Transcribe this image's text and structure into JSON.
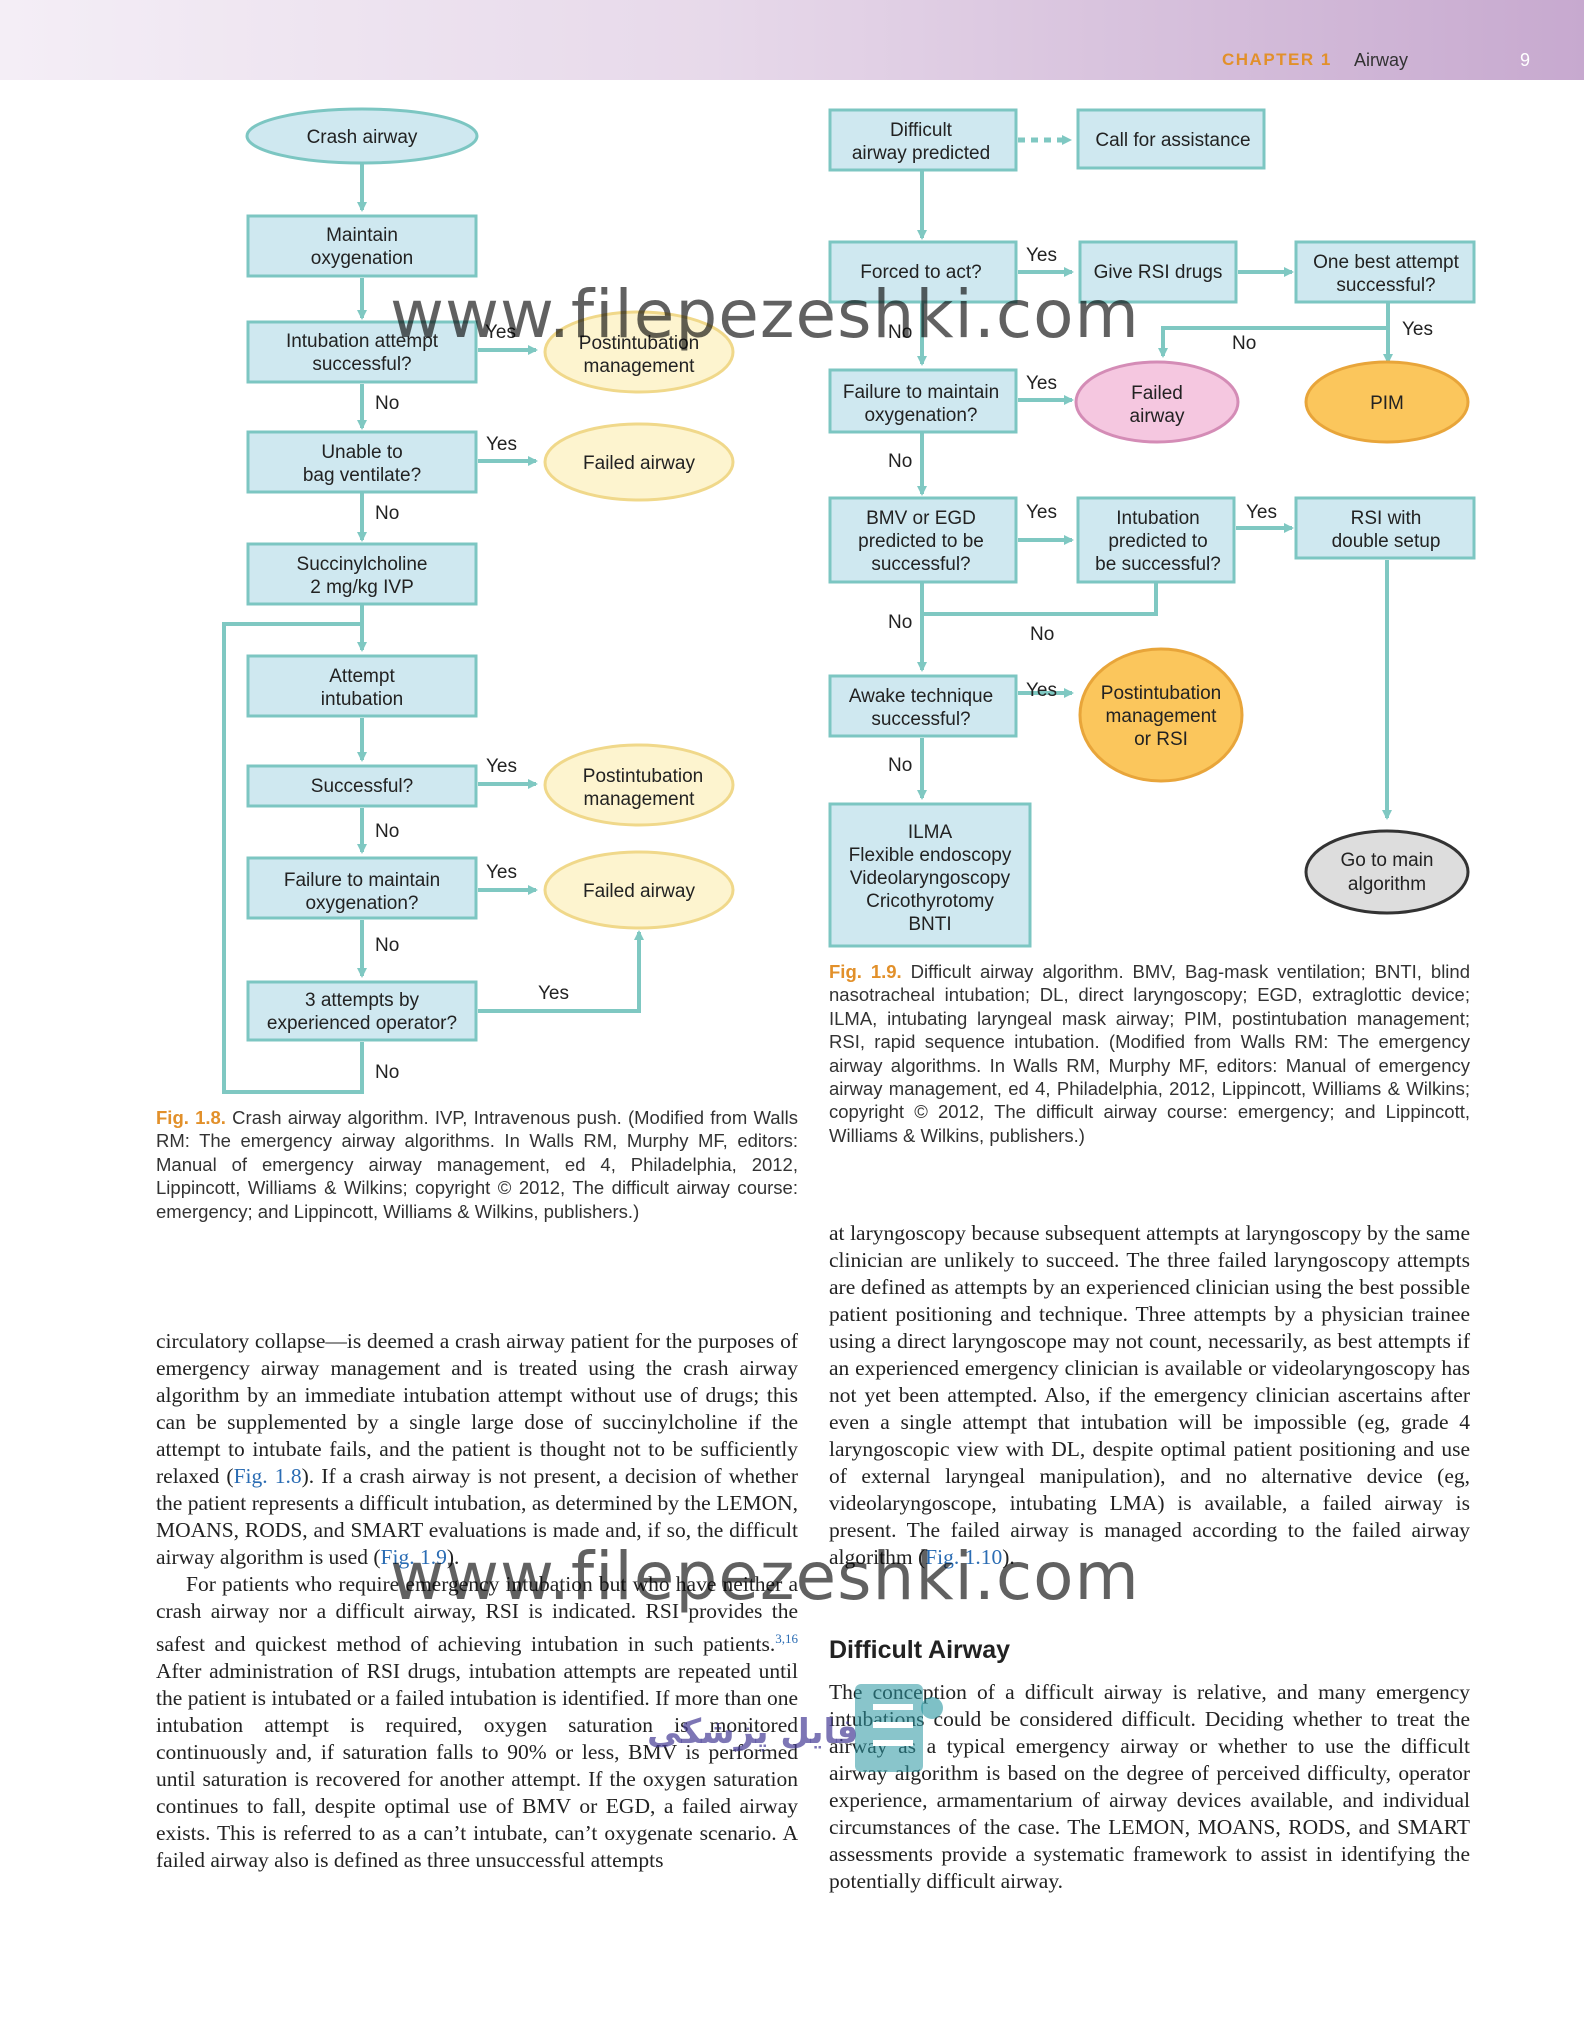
{
  "header": {
    "chapter": "CHAPTER 1",
    "title": "Airway",
    "page": "9"
  },
  "fig18": {
    "nodes": {
      "crash": "Crash airway",
      "maintain": [
        "Maintain",
        "oxygenation"
      ],
      "intub_success": [
        "Intubation attempt",
        "successful?"
      ],
      "postint1": [
        "Postintubation",
        "management"
      ],
      "unable_bag": [
        "Unable to",
        "bag ventilate?"
      ],
      "failed1": "Failed airway",
      "succ": [
        "Succinylcholine",
        "2 mg/kg IVP"
      ],
      "attempt": [
        "Attempt",
        "intubation"
      ],
      "successful": "Successful?",
      "postint2": [
        "Postintubation",
        "management"
      ],
      "failure_ox": [
        "Failure to maintain",
        "oxygenation?"
      ],
      "failed2": "Failed airway",
      "three": [
        "3 attempts by",
        "experienced operator?"
      ]
    },
    "yes": "Yes",
    "no": "No"
  },
  "fig19": {
    "nodes": {
      "difficult": [
        "Difficult",
        "airway predicted"
      ],
      "call": "Call for assistance",
      "forced": "Forced to act?",
      "give_rsi": "Give RSI drugs",
      "one_best": [
        "One best attempt",
        "successful?"
      ],
      "failure_ox": [
        "Failure to maintain",
        "oxygenation?"
      ],
      "failed": [
        "Failed",
        "airway"
      ],
      "pim": "PIM",
      "bmv": [
        "BMV or EGD",
        "predicted to be",
        "successful?"
      ],
      "intub_pred": [
        "Intubation",
        "predicted to",
        "be successful?"
      ],
      "rsi_double": [
        "RSI with",
        "double setup"
      ],
      "awake": [
        "Awake technique",
        "successful?"
      ],
      "postint_rsi": [
        "Postintubation",
        "management",
        "or RSI"
      ],
      "ilma": [
        "ILMA",
        "Flexible endoscopy",
        "Videolaryngoscopy",
        "Cricothyrotomy",
        "BNTI"
      ],
      "main_alg": [
        "Go to main",
        "algorithm"
      ]
    },
    "yes": "Yes",
    "no": "No"
  },
  "captions": {
    "fig18_label": "Fig. 1.8.",
    "fig18_text": "Crash airway algorithm. IVP, Intravenous push. (Modified from Walls RM: The emergency airway algorithms. In Walls RM, Murphy MF, editors: Manual of emergency airway management, ed 4, Philadelphia, 2012, Lippincott, Williams & Wilkins; copyright © 2012, The difficult airway course: emergency; and Lippincott, Williams & Wilkins, publishers.)",
    "fig19_label": "Fig. 1.9.",
    "fig19_text": "Difficult airway algorithm. BMV, Bag-mask ventilation; BNTI, blind nasotracheal intubation; DL, direct laryngoscopy; EGD, extraglottic device; ILMA, intubating laryngeal mask airway; PIM, postintubation management; RSI, rapid sequence intubation. (Modified from Walls RM: The emergency airway algorithms. In Walls RM, Murphy MF, editors: Manual of emergency airway management, ed 4, Philadelphia, 2012, Lippincott, Williams & Wilkins; copyright © 2012, The difficult airway course: emergency; and Lippincott, Williams & Wilkins, publishers.)"
  },
  "body": {
    "left_p1_a": "circulatory collapse—is deemed a crash airway patient for the purposes of emergency airway management and is treated using the crash airway algorithm by an immediate intubation attempt without use of drugs; this can be supplemented by a single large dose of succinylcholine if the attempt to intubate fails, and the patient is thought not to be sufficiently relaxed (",
    "left_p1_link1": "Fig. 1.8",
    "left_p1_b": "). If a crash airway is not present, a decision of whether the patient represents a difficult intubation, as determined by the LEMON, MOANS, RODS, and SMART evaluations is made and, if so, the difficult airway algorithm is used (",
    "left_p1_link2": "Fig. 1.9",
    "left_p1_c": ").",
    "left_p2_a": "For patients who require emergency intubation but who have neither a crash airway nor a difficult airway, RSI is indicated. RSI provides the safest and quickest method of achieving intubation in such patients.",
    "left_p2_sup": "3,16",
    "left_p2_b": " After administration of RSI drugs, intubation attempts are repeated until the patient is intubated or a failed intubation is identified. If more than one intubation attempt is required, oxygen saturation is monitored continuously and, if saturation falls to 90% or less, BMV is performed until saturation is recovered for another attempt. If the oxygen saturation continues to fall, despite optimal use of BMV or EGD, a failed airway exists. This is referred to as a can’t intubate, can’t oxygenate scenario. A failed airway also is defined as three unsuccessful attempts",
    "right_p1_a": "at laryngoscopy because subsequent attempts at laryngoscopy by the same clinician are unlikely to succeed. The three failed laryngoscopy attempts are defined as attempts by an experienced clinician using the best possible patient positioning and technique. Three attempts by a physician trainee using a direct laryngoscope may not count, necessarily, as best attempts if an experienced emergency clinician is available or videolaryngoscopy has not yet been attempted. Also, if the emergency clinician ascertains after even a single attempt that intubation will be impossible (eg, grade 4 laryngoscopic view with DL, despite optimal patient positioning and use of external laryngeal manipulation), and no alternative device (eg, videolaryngoscope, intubating LMA) is available, a failed airway is present. The failed airway is managed according to the failed airway algorithm (",
    "right_p1_link": "Fig. 1.10",
    "right_p1_b": ").",
    "section_heading": "Difficult Airway",
    "right_p2": "The conception of a difficult airway is relative, and many emergency intubations could be considered difficult. Deciding whether to treat the airway as a typical emergency airway or whether to use the difficult airway algorithm is based on the degree of perceived difficulty, operator experience, armamentarium of airway devices available, and individual circumstances of the case. The LEMON, MOANS, RODS, and SMART assessments provide a systematic framework to assist in identifying the potentially difficult airway."
  },
  "watermark": {
    "text": "www.filepezeshki.com",
    "logo_text": "فایل پزشکی"
  },
  "colors": {
    "accent": "#e2902a",
    "box": "#cfe8f0",
    "edge": "#7fc8c2",
    "link": "#2a6cb3"
  }
}
